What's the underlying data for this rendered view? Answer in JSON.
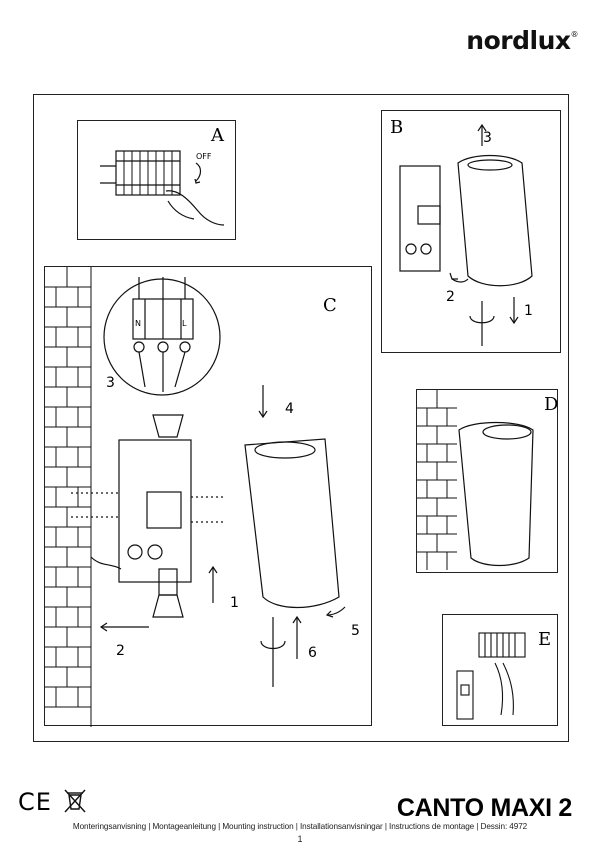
{
  "brand": {
    "name": "nordlux",
    "trademark": "®"
  },
  "panels": {
    "a": {
      "letter": "A",
      "off_label": "OFF"
    },
    "b": {
      "letter": "B",
      "steps": [
        "1",
        "2",
        "3"
      ]
    },
    "c": {
      "letter": "C",
      "steps": [
        "1",
        "2",
        "3",
        "4",
        "5",
        "6"
      ],
      "terminals": [
        "N",
        "L"
      ]
    },
    "d": {
      "letter": "D"
    },
    "e": {
      "letter": "E"
    }
  },
  "footer": {
    "product_title": "CANTO MAXI 2",
    "instructions": "Monteringsanvisning | Montageanleitung | Mounting instruction | Installationsanvisningar | Instructions de montage | Dessin: 4972",
    "page_number": "1"
  },
  "marks": {
    "ce": "CE"
  }
}
